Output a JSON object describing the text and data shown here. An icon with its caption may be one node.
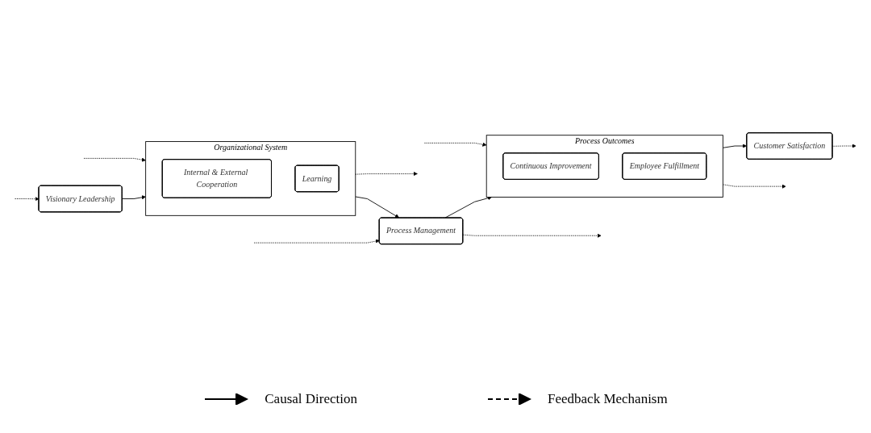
{
  "diagram": {
    "nodes": [
      {
        "text": [
          "Visionary Leadership"
        ]
      },
      {
        "text": [
          "Organizational System"
        ]
      },
      {
        "text": [
          "Internal & External Cooperation"
        ],
        "in": 1
      },
      {
        "text": [
          "Learning"
        ],
        "in": 1
      },
      {
        "text": [
          "Process Management"
        ]
      },
      {
        "text": [
          "Process Outcomes"
        ]
      },
      {
        "text": [
          "Continuous Improvement"
        ],
        "in": 5
      },
      {
        "text": [
          "Employee Fulfillment"
        ],
        "in": 5
      },
      {
        "text": [
          "Customer Satisfaction"
        ]
      }
    ],
    "edges": [
      {
        "from": 0,
        "to": 1,
        "arrow": "to"
      },
      {
        "from": 1,
        "to": 4,
        "arrow": "to"
      },
      {
        "from": 4,
        "to": 5,
        "arrow": "to"
      },
      {
        "from": 5,
        "to": 8,
        "arrow": "to"
      },
      {
        "from": null,
        "to": 0,
        "arrow": "to",
        "style": "dashed"
      },
      {
        "from": 1,
        "to": null,
        "arrow": "to",
        "style": "dashed"
      },
      {
        "from": null,
        "to": 1,
        "arrow": "to",
        "style": "dashed"
      },
      {
        "from": 4,
        "to": null,
        "arrow": "to",
        "style": "dashed"
      },
      {
        "from": null,
        "to": 4,
        "arrow": "to",
        "style": "dashed"
      },
      {
        "from": 5,
        "to": null,
        "arrow": "to",
        "style": "dashed"
      },
      {
        "from": null,
        "to": 5,
        "arrow": "to",
        "style": "dashed"
      },
      {
        "from": 8,
        "to": null,
        "arrow": "to",
        "style": "dashed"
      }
    ],
    "legend": [
      {
        "text": "Causal Direction"
      },
      {
        "text": "Feedback Mechanism"
      }
    ]
  }
}
